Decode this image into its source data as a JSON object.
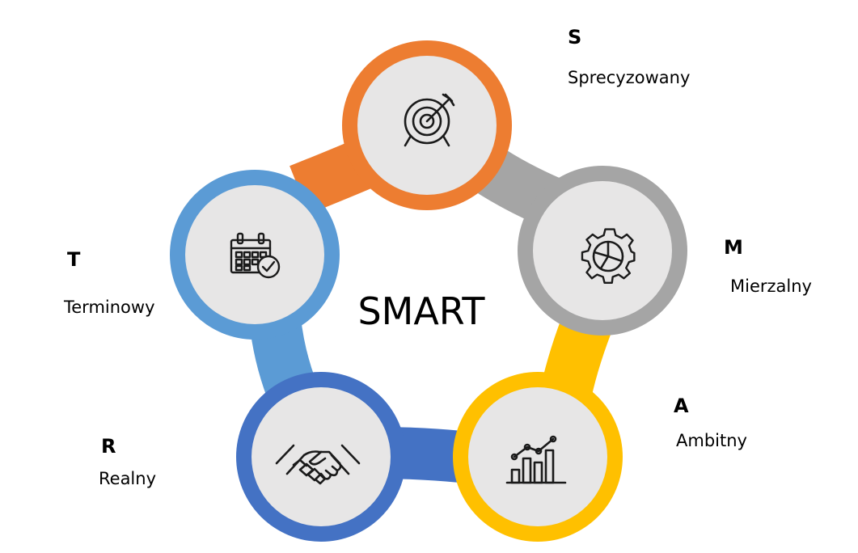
{
  "diagram": {
    "center_title": "SMART",
    "items": [
      {
        "letter": "S",
        "word": "Sprecyzowany",
        "icon": "target-icon",
        "color": "#ED7D31"
      },
      {
        "letter": "M",
        "word": "Mierzalny",
        "icon": "gear-chart-icon",
        "color": "#A5A5A5"
      },
      {
        "letter": "A",
        "word": "Ambitny",
        "icon": "bar-chart-icon",
        "color": "#FFC000"
      },
      {
        "letter": "R",
        "word": "Realny",
        "icon": "handshake-icon",
        "color": "#4472C4"
      },
      {
        "letter": "T",
        "word": "Terminowy",
        "icon": "calendar-check-icon",
        "color": "#5B9BD5"
      }
    ],
    "inner_circle_color": "#E7E6E6"
  }
}
